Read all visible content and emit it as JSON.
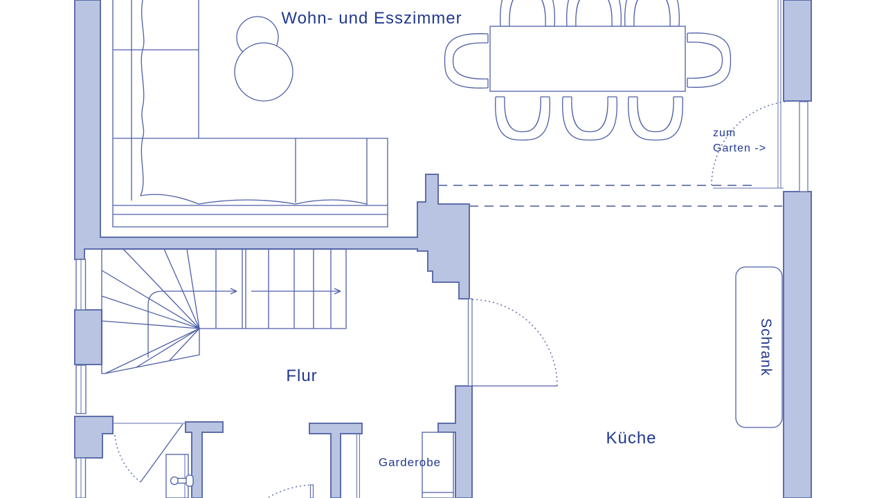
{
  "plan": {
    "rooms": [
      {
        "id": "living_dining",
        "label": "Wohn- und Esszimmer"
      },
      {
        "id": "hall",
        "label": "Flur"
      },
      {
        "id": "kitchen",
        "label": "Küche"
      },
      {
        "id": "wardrobe",
        "label": "Garderobe"
      }
    ],
    "fixtures": [
      {
        "id": "cabinet",
        "label": "Schrank"
      }
    ],
    "annotations": [
      {
        "id": "to_garden",
        "line1": "zum",
        "line2": "Garten ->"
      }
    ]
  },
  "colors": {
    "wall_fill": "#b9c4e2",
    "wall_outline": "#5d6dab",
    "furniture_line": "#4d5ea6",
    "dashed_line": "#7282b1",
    "label_text": "#21398e"
  }
}
